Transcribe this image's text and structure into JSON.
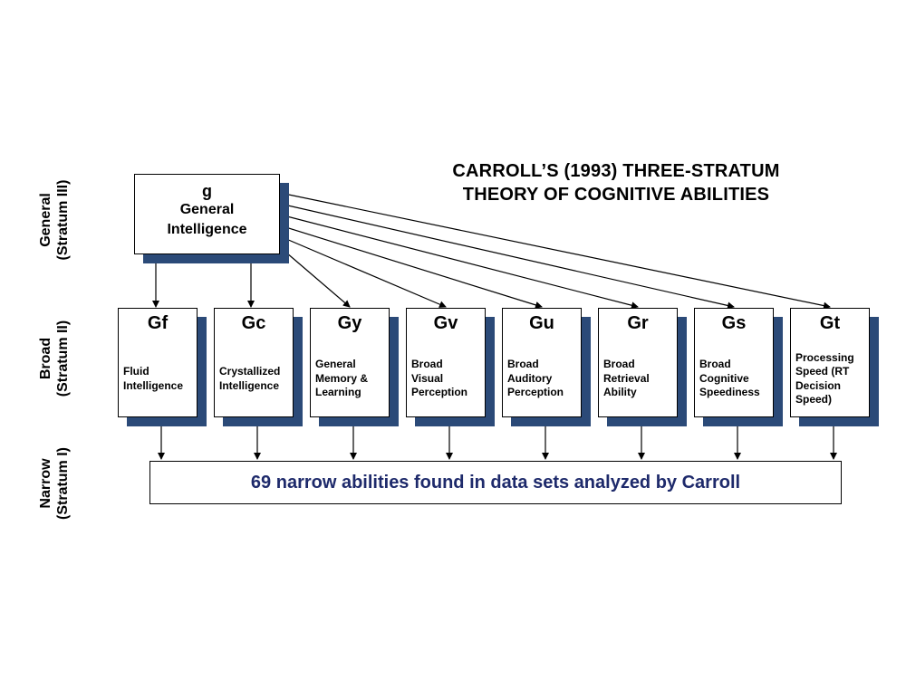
{
  "title": {
    "line1": "CARROLL’S (1993) THREE-STRATUM",
    "line2": "THEORY OF COGNITIVE ABILITIES"
  },
  "strata": {
    "general": {
      "line1": "General",
      "line2": "(Stratum III)"
    },
    "broad": {
      "line1": "Broad",
      "line2": "(Stratum II)"
    },
    "narrow": {
      "line1": "Narrow",
      "line2": "(Stratum I)"
    }
  },
  "general_box": {
    "symbol": "g",
    "name_line1": "General",
    "name_line2": "Intelligence"
  },
  "broad_abilities": [
    {
      "code": "Gf",
      "description": "Fluid\nIntelligence"
    },
    {
      "code": "Gc",
      "description": "Crystallized\nIntelligence"
    },
    {
      "code": "Gy",
      "description": "General\nMemory &\nLearning"
    },
    {
      "code": "Gv",
      "description": "Broad\nVisual\nPerception"
    },
    {
      "code": "Gu",
      "description": "Broad\nAuditory\nPerception"
    },
    {
      "code": "Gr",
      "description": "Broad\nRetrieval\nAbility"
    },
    {
      "code": "Gs",
      "description": "Broad\nCognitive\nSpeediness"
    },
    {
      "code": "Gt",
      "description": "Processing\nSpeed (RT\nDecision\nSpeed)"
    }
  ],
  "narrow_box": {
    "text": "69 narrow abilities found in data sets analyzed by Carroll"
  },
  "colors": {
    "shadow": "#2b4a78",
    "narrow_text": "#1e2a6b"
  }
}
